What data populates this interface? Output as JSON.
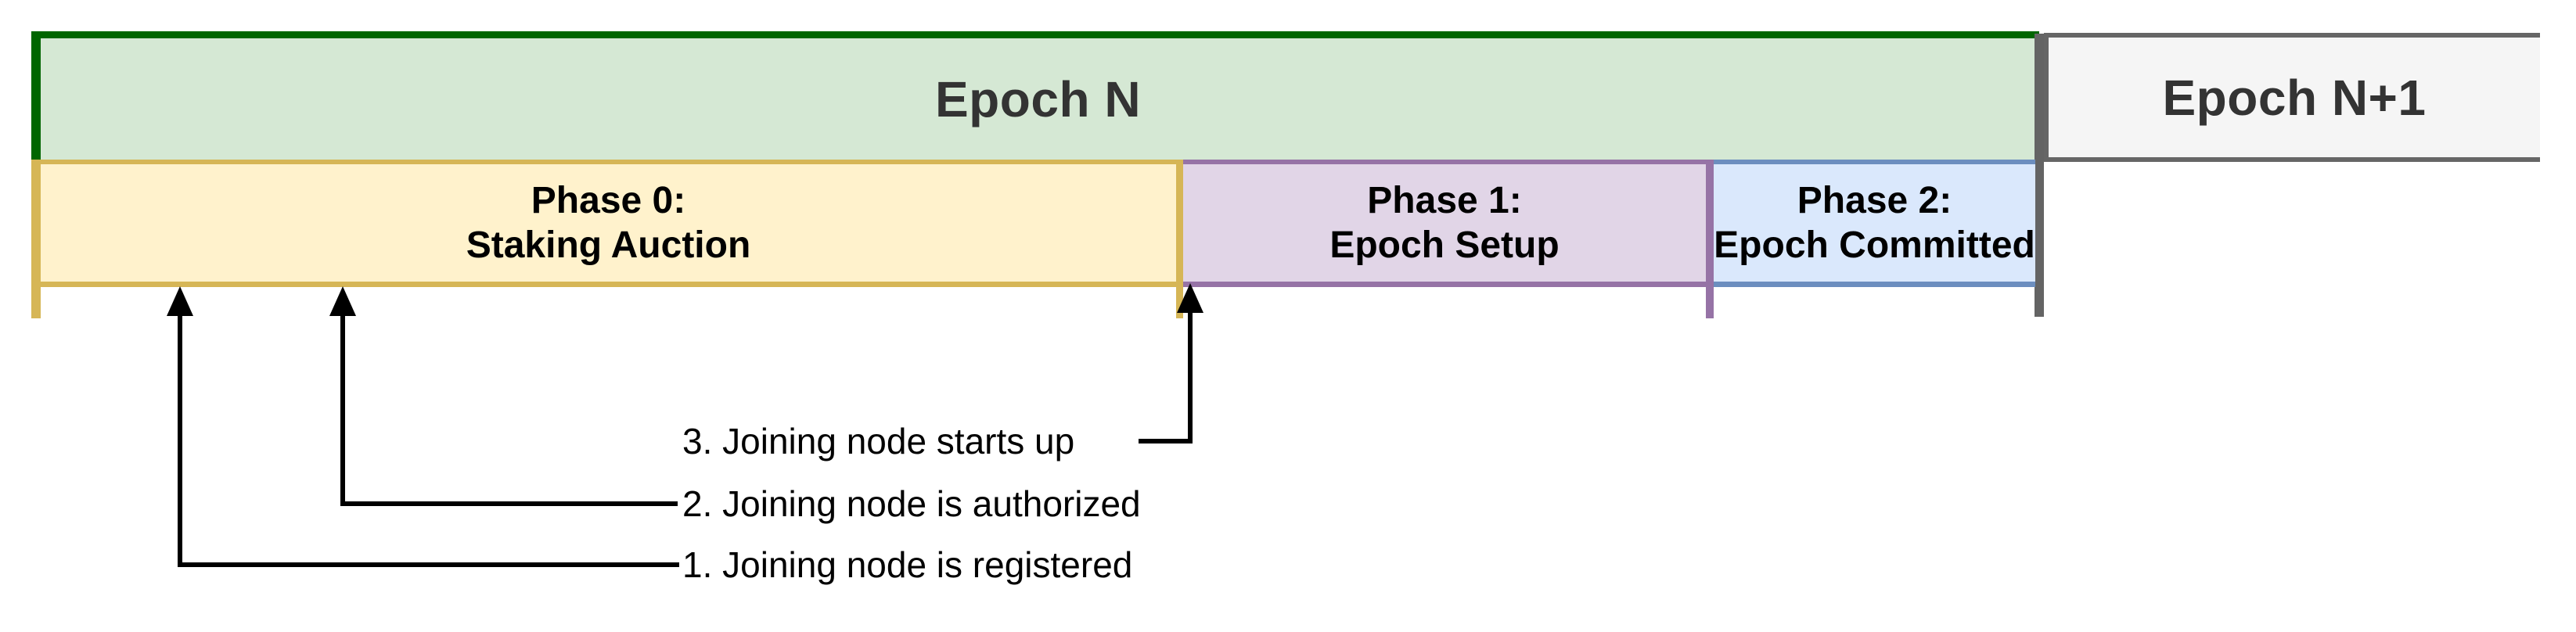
{
  "diagram": {
    "epoch_current": {
      "label": "Epoch N"
    },
    "epoch_next": {
      "label": "Epoch N+1"
    },
    "phases": [
      {
        "title": "Phase 0:",
        "subtitle": "Staking Auction",
        "fill": "#FFF2CC",
        "border": "#D6B656"
      },
      {
        "title": "Phase 1:",
        "subtitle": "Epoch Setup",
        "fill": "#E1D5E7",
        "border": "#9673A6"
      },
      {
        "title": "Phase 2:",
        "subtitle": "Epoch Committed",
        "fill": "#DAE8FC",
        "border": "#6C8EBF"
      }
    ],
    "events": [
      {
        "label": "1. Joining node is registered"
      },
      {
        "label": "2. Joining node is authorized"
      },
      {
        "label": "3. Joining node starts up"
      }
    ],
    "colors": {
      "epoch_fill": "#D5E8D4",
      "epoch_border": "#006600",
      "epoch_next_fill": "#F5F5F5",
      "epoch_next_border": "#666666",
      "divider": "#646464",
      "arrow": "#000000",
      "epoch_text": "#333333",
      "phase_text": "#000000"
    }
  }
}
